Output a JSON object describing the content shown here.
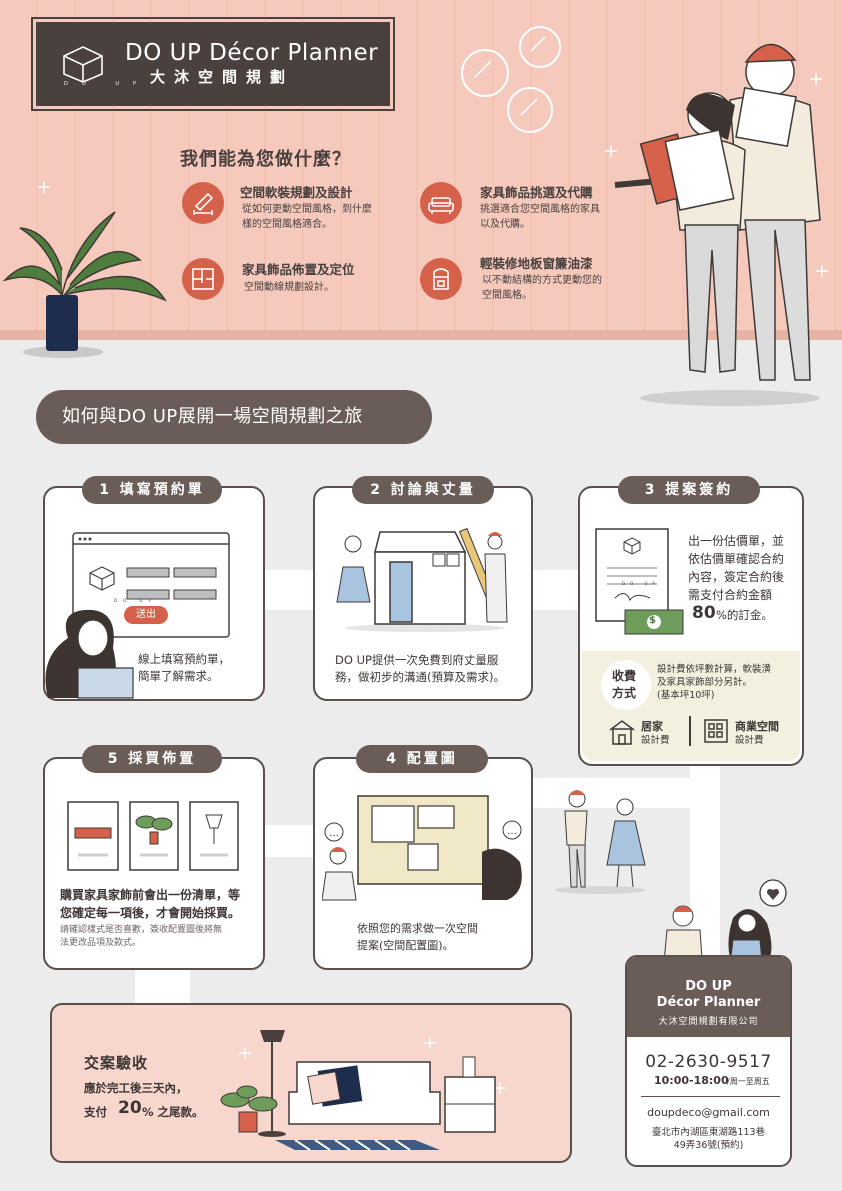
{
  "logo": {
    "title": "DO UP Décor Planner",
    "subtitle": "大沐空間規劃",
    "caption": "DO UP"
  },
  "services": {
    "title": "我們能為您做什麼？",
    "items": [
      {
        "title": "空間軟裝規劃及設計",
        "desc1": "從如何更動空間風格，到什麼",
        "desc2": "樣的空間風格適合。",
        "icon": "ruler-pencil-icon"
      },
      {
        "title": "家具飾品挑選及代購",
        "desc1": "挑選適合您空間風格的家具",
        "desc2": "以及代購。",
        "icon": "sofa-icon"
      },
      {
        "title": "家具飾品佈置及定位",
        "desc1": "空間動線規劃設計。",
        "desc2": "",
        "icon": "floorplan-icon"
      },
      {
        "title": "輕裝修地板窗簾油漆",
        "desc1": "以不動結構的方式更動您的",
        "desc2": "空間風格。",
        "icon": "paint-bucket-icon"
      }
    ]
  },
  "journey": {
    "title": "如何與DO UP展開一場空間規劃之旅"
  },
  "steps": {
    "s1": {
      "label": "1 填寫預約單",
      "line1": "線上填寫預約單，",
      "line2": "簡單了解需求。",
      "button": "送出",
      "form_logo": "DO UP"
    },
    "s2": {
      "label": "2 討論與丈量",
      "line1": "DO UP提供一次免費到府丈量服",
      "line2": "務，做初步的溝通(預算及需求)。"
    },
    "s3": {
      "label": "3 提案簽約",
      "line1": "出一份估價單，並",
      "line2": "依估價單確認合約",
      "line3": "內容，簽定合約後",
      "line4": "需支付合約金額",
      "percent": "80",
      "percent_unit": "%的訂金。",
      "fee_label1": "收費",
      "fee_label2": "方式",
      "fee_desc1": "設計費依坪數計算，軟裝潢",
      "fee_desc2": "及家具家飾部分另計。",
      "fee_desc3": "(基本坪10坪)",
      "home_label1": "居家",
      "home_label2": "設計費",
      "biz_label1": "商業空間",
      "biz_label2": "設計費",
      "money": "$",
      "form_logo": "DO UP"
    },
    "s4": {
      "label": "4  配置圖",
      "line1": "依照您的需求做一次空間",
      "line2": "提案(空間配置圖)。"
    },
    "s5": {
      "label": "5 採買佈置",
      "line1": "購買家具家飾前會出一份清單，等",
      "line2": "您確定每一項後，才會開始採買。",
      "note1": "請確認樣式是否喜歡，簽收配置圖後將無",
      "note2": "法更改品項及款式。"
    }
  },
  "final": {
    "title": "交案驗收",
    "line1": "應於完工後三天內，",
    "line2a": "支付",
    "percent": "20",
    "line2b": "% 之尾款。"
  },
  "contact": {
    "name1": "DO UP",
    "name2": "Décor Planner",
    "company": "大沐空間規劃有限公司",
    "phone": "02-2630-9517",
    "hours_time": "10:00-18:00",
    "hours_days": "/周一至周五",
    "email": "doupdeco@gmail.com",
    "address1": "臺北市內湖區東湖路113巷",
    "address2": "49弄36號(預約)"
  },
  "colors": {
    "accent": "#d6614b",
    "dark": "#4a403e",
    "pink": "#f6c9bd",
    "label": "#6a5c57"
  }
}
